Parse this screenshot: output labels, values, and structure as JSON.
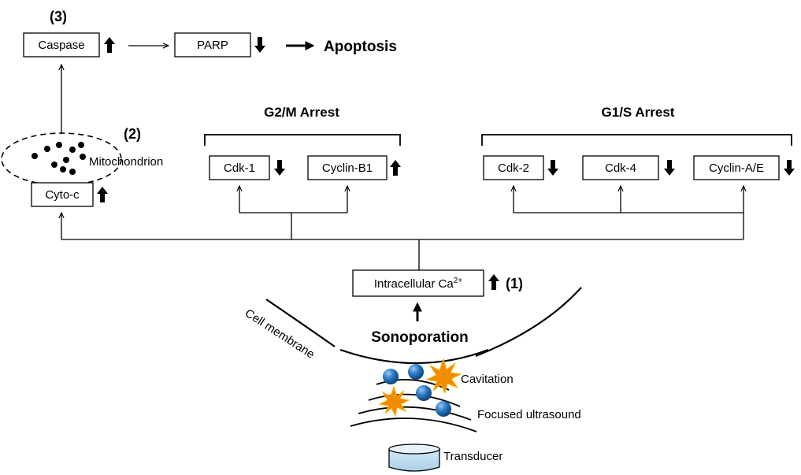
{
  "steps": {
    "step1": "(1)",
    "step2": "(2)",
    "step3": "(3)"
  },
  "groups": {
    "g2m": "G2/M Arrest",
    "g1s": "G1/S Arrest"
  },
  "nodes": {
    "caspase": "Caspase",
    "parp": "PARP",
    "apoptosis": "Apoptosis",
    "mitochondrion": "Mitochondrion",
    "cytoc": "Cyto-c",
    "cdk1": "Cdk-1",
    "cyclinb1": "Cyclin-B1",
    "cdk2": "Cdk-2",
    "cdk4": "Cdk-4",
    "cyclinae": "Cyclin-A/E",
    "calcium": "Intracellular  Ca",
    "calcium_sup": "2+"
  },
  "labels": {
    "sonoporation": "Sonoporation",
    "cell_membrane": "Cell membrane",
    "cavitation": "Cavitation",
    "focused_ultrasound": "Focused ultrasound",
    "transducer": "Transducer"
  },
  "regulation": {
    "caspase": "up-arrow-icon",
    "parp": "down-arrow-icon",
    "cytoc": "up-arrow-icon",
    "cdk1": "down-arrow-icon",
    "cyclinb1": "up-arrow-icon",
    "cdk2": "down-arrow-icon",
    "cdk4": "down-arrow-icon",
    "cyclinae": "down-arrow-icon",
    "calcium": "up-arrow-icon"
  },
  "colors": {
    "microbubble": "#2a7cc7",
    "cavitation_burst": "#f08c00",
    "transducer": "#a9cfe9"
  }
}
